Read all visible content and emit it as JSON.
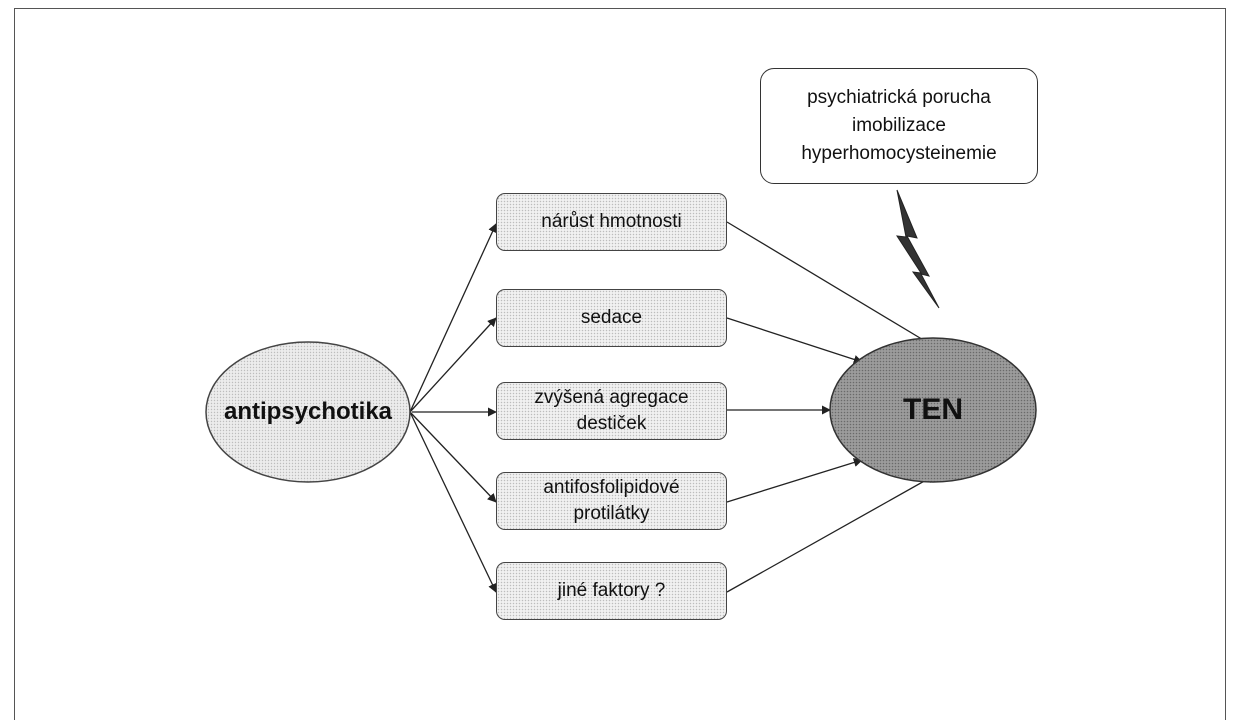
{
  "source": {
    "label": "antipsychotika"
  },
  "target": {
    "label": "TEN"
  },
  "mechanisms": [
    {
      "label": "nárůst hmotnosti"
    },
    {
      "label": "sedace"
    },
    {
      "label": "zvýšená agregace\ndestiček"
    },
    {
      "label": "antifosfolipidové\nprotilátky"
    },
    {
      "label": "jiné faktory ?"
    }
  ],
  "risk_factors": [
    "psychiatrická porucha",
    "imobilizace",
    "hyperhomocysteinemie"
  ],
  "colors": {
    "source_fill": "#ebebeb",
    "target_fill": "#9a9a9a",
    "box_fill": "#f1f1f1",
    "lightning": "#333333"
  }
}
